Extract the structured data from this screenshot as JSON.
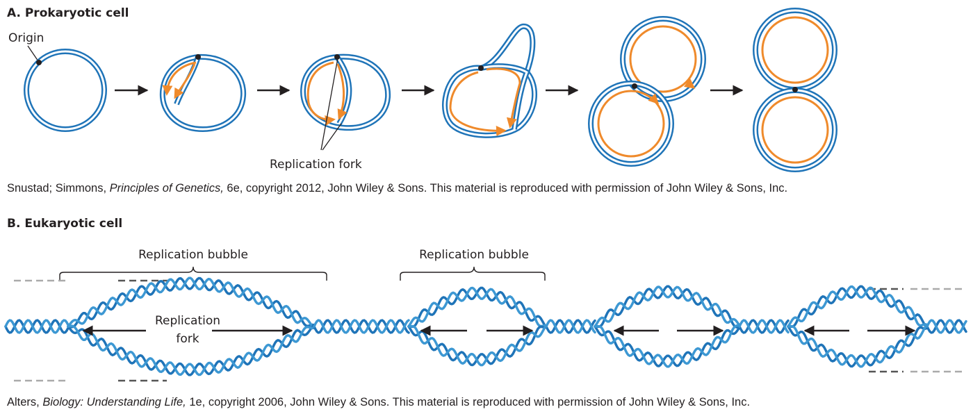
{
  "panel_a": {
    "heading": "A. Prokaryotic cell",
    "origin_label": "Origin",
    "fork_label": "Replication fork",
    "credit": {
      "pre": "Snustad; Simmons, ",
      "title": "Principles of Genetics,",
      "post": " 6e, copyright 2012, John Wiley & Sons. This material is reproduced with permission of John Wiley & Sons, Inc."
    }
  },
  "panel_b": {
    "heading": "B. Eukaryotic cell",
    "bubble_label_1": "Replication bubble",
    "bubble_label_2": "Replication bubble",
    "fork_label_line1": "Replication",
    "fork_label_line2": "fork",
    "credit": {
      "pre": "Alters, ",
      "title": "Biology: Understanding Life,",
      "post": " 1e, copyright 2006, John Wiley & Sons. This material is reproduced with permission of John Wiley & Sons, Inc."
    }
  },
  "colors": {
    "parental_strand": "#1f74b8",
    "parental_light": "#3d98d3",
    "new_strand": "#ef8a2b",
    "arrow": "#231f20",
    "dashed_line": "#9a9a9a"
  }
}
